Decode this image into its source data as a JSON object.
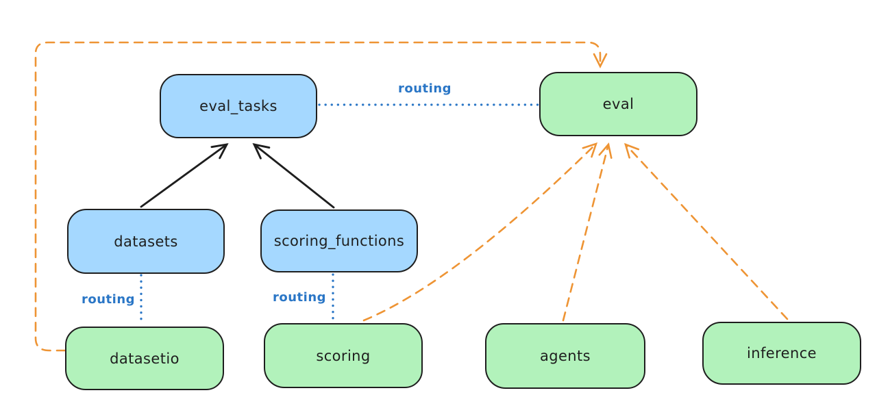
{
  "diagram": {
    "colors": {
      "background": "#ffffff",
      "node_blue_fill": "#a5d8ff",
      "node_green_fill": "#b2f2bb",
      "node_border": "#1e1e1e",
      "arrow_black": "#1e1e1e",
      "arrow_orange": "#ee9434",
      "routing_blue": "#2a76c6"
    },
    "nodes": [
      {
        "id": "eval_tasks",
        "label": "eval_tasks",
        "color": "blue"
      },
      {
        "id": "datasets",
        "label": "datasets",
        "color": "blue"
      },
      {
        "id": "scoring_functions",
        "label": "scoring_functions",
        "color": "blue"
      },
      {
        "id": "eval",
        "label": "eval",
        "color": "green"
      },
      {
        "id": "datasetio",
        "label": "datasetio",
        "color": "green"
      },
      {
        "id": "scoring",
        "label": "scoring",
        "color": "green"
      },
      {
        "id": "agents",
        "label": "agents",
        "color": "green"
      },
      {
        "id": "inference",
        "label": "inference",
        "color": "green"
      }
    ],
    "edges": [
      {
        "from": "datasets",
        "to": "eval_tasks",
        "style": "solid",
        "color": "black",
        "label": ""
      },
      {
        "from": "scoring_functions",
        "to": "eval_tasks",
        "style": "solid",
        "color": "black",
        "label": ""
      },
      {
        "from": "eval_tasks",
        "to": "eval",
        "style": "dotted",
        "color": "blue",
        "label": "routing"
      },
      {
        "from": "datasets",
        "to": "datasetio",
        "style": "dotted",
        "color": "blue",
        "label": "routing"
      },
      {
        "from": "scoring_functions",
        "to": "scoring",
        "style": "dotted",
        "color": "blue",
        "label": "routing"
      },
      {
        "from": "datasetio",
        "to": "eval",
        "style": "dashed",
        "color": "orange",
        "label": ""
      },
      {
        "from": "scoring",
        "to": "eval",
        "style": "dashed",
        "color": "orange",
        "label": ""
      },
      {
        "from": "agents",
        "to": "eval",
        "style": "dashed",
        "color": "orange",
        "label": ""
      },
      {
        "from": "inference",
        "to": "eval",
        "style": "dashed",
        "color": "orange",
        "label": ""
      }
    ]
  }
}
